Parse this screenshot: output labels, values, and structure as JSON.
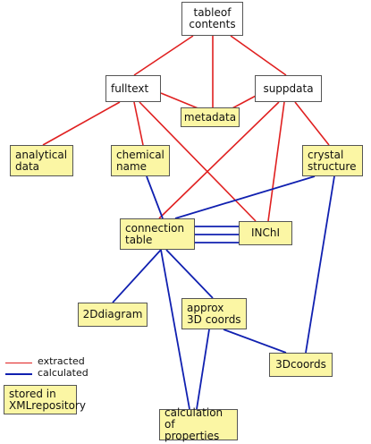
{
  "nodes": {
    "toc": {
      "text": "tableof\ncontents"
    },
    "fulltext": {
      "text": "fulltext"
    },
    "suppdata": {
      "text": "suppdata"
    },
    "metadata": {
      "text": "metadata"
    },
    "analytical": {
      "text": "analytical\ndata"
    },
    "chemical": {
      "text": "chemical\nname"
    },
    "crystal": {
      "text": "crystal\nstructure"
    },
    "conntable": {
      "text": "connection\ntable"
    },
    "inchi": {
      "text": "INChI"
    },
    "diagram2d": {
      "text": "2Ddiagram"
    },
    "approx3d": {
      "text": "approx\n3D coords"
    },
    "coords3d": {
      "text": "3Dcoords"
    },
    "calc": {
      "text": "calculation\nof properties"
    }
  },
  "edges": {
    "extracted": [
      [
        "toc",
        "fulltext"
      ],
      [
        "toc",
        "metadata"
      ],
      [
        "toc",
        "suppdata"
      ],
      [
        "fulltext",
        "metadata"
      ],
      [
        "suppdata",
        "metadata"
      ],
      [
        "fulltext",
        "analytical"
      ],
      [
        "fulltext",
        "chemical"
      ],
      [
        "fulltext",
        "inchi"
      ],
      [
        "suppdata",
        "conntable"
      ],
      [
        "suppdata",
        "inchi"
      ],
      [
        "suppdata",
        "crystal"
      ]
    ],
    "calculated": [
      [
        "chemical",
        "conntable"
      ],
      [
        "crystal",
        "conntable"
      ],
      [
        "crystal",
        "coords3d"
      ],
      [
        "conntable",
        "inchi"
      ],
      [
        "conntable",
        "diagram2d"
      ],
      [
        "conntable",
        "approx3d"
      ],
      [
        "conntable",
        "calc"
      ],
      [
        "approx3d",
        "calc"
      ],
      [
        "approx3d",
        "coords3d"
      ]
    ]
  },
  "legend": {
    "extracted_label": "extracted",
    "calculated_label": "calculated",
    "stored_label": "stored in\nXMLrepository"
  },
  "colors": {
    "extracted": "#e02020",
    "calculated": "#1020b0",
    "node_yellow": "#fbf6a4",
    "node_white": "#ffffff"
  }
}
